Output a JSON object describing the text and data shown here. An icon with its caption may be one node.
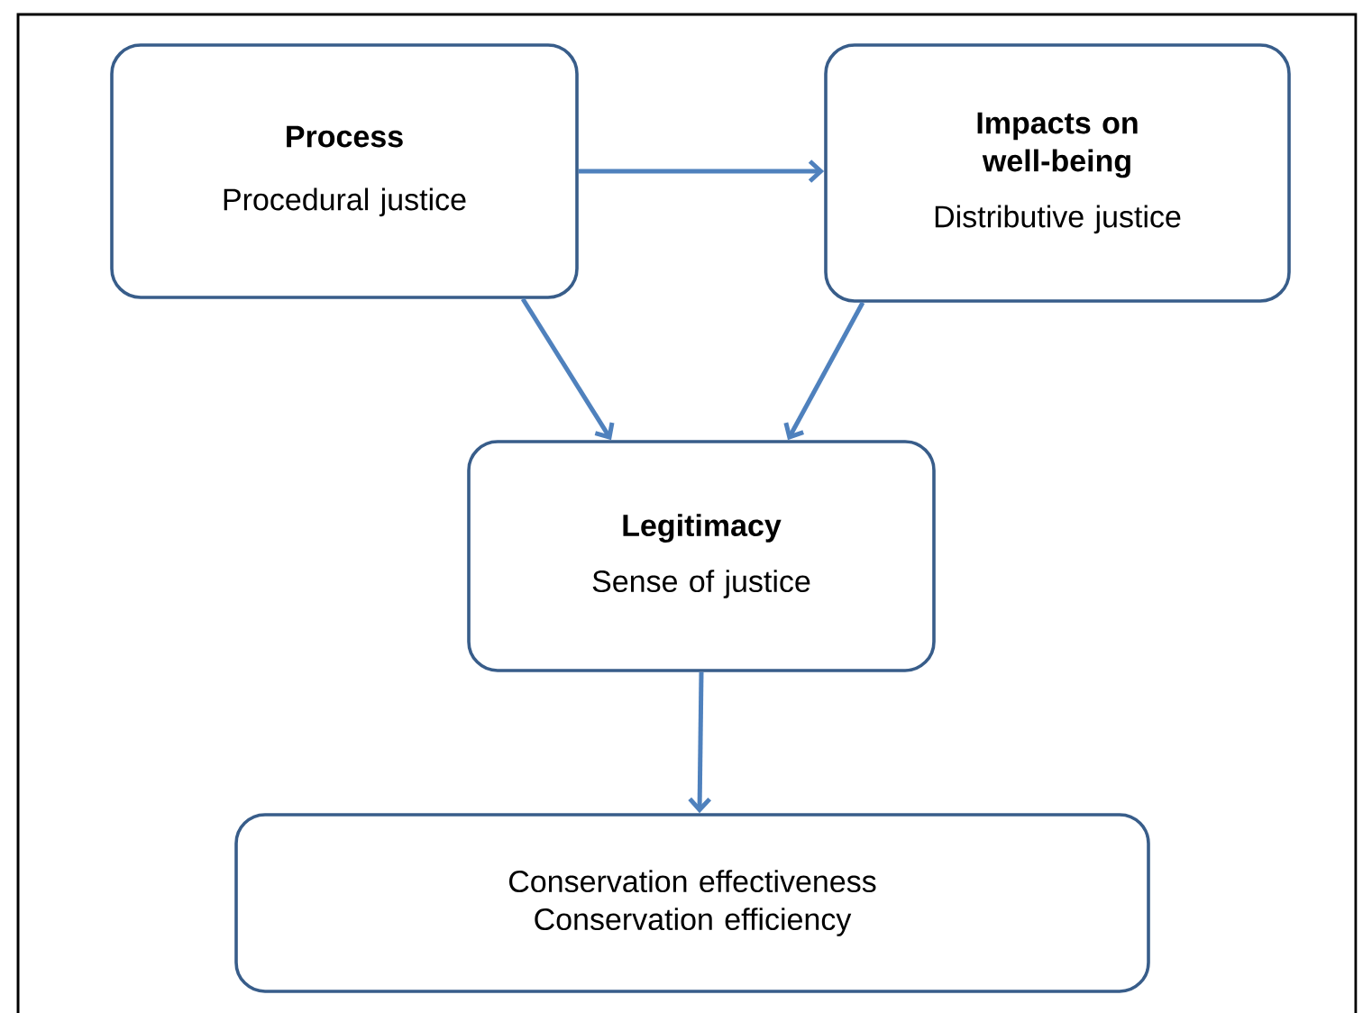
{
  "diagram": {
    "nodes": [
      {
        "text": [
          "Process",
          "Procedural justice"
        ]
      },
      {
        "text": [
          "Impacts on well-being",
          "Distributive justice"
        ]
      },
      {
        "text": [
          "Legitimacy",
          "Sense of justice"
        ]
      },
      {
        "text": [
          "Conservation effectiveness",
          "Conservation efficiency"
        ]
      }
    ],
    "edges": [
      {
        "from": 0,
        "to": 1,
        "arrow": "to"
      },
      {
        "from": 0,
        "to": 2,
        "arrow": "to"
      },
      {
        "from": 1,
        "to": 2,
        "arrow": "to"
      },
      {
        "from": 2,
        "to": 3,
        "arrow": "to"
      }
    ]
  }
}
